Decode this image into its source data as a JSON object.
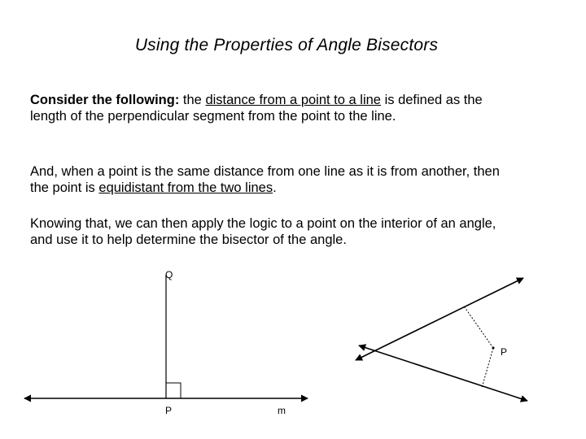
{
  "title": "Using the Properties of Angle Bisectors",
  "paragraph1": {
    "lead": "Consider the following:",
    "before": " the ",
    "underlined": "distance from a point to a line",
    "after": " is defined as the length of the perpendicular segment from the point to the line."
  },
  "paragraph2": {
    "before": "And, when a point is the same distance from one line as it is from another, then the point is ",
    "underlined": "equidistant  from the two lines",
    "after": "."
  },
  "paragraph3": {
    "text": "Knowing that, we can then apply the logic to a point on the interior of an angle, and use it to help determine the bisector of the angle."
  },
  "figure_left": {
    "label_top": "Q",
    "label_foot": "P",
    "label_line": "m"
  },
  "figure_right": {
    "label_point": "P"
  },
  "colors": {
    "text": "#000000",
    "background": "#ffffff"
  }
}
